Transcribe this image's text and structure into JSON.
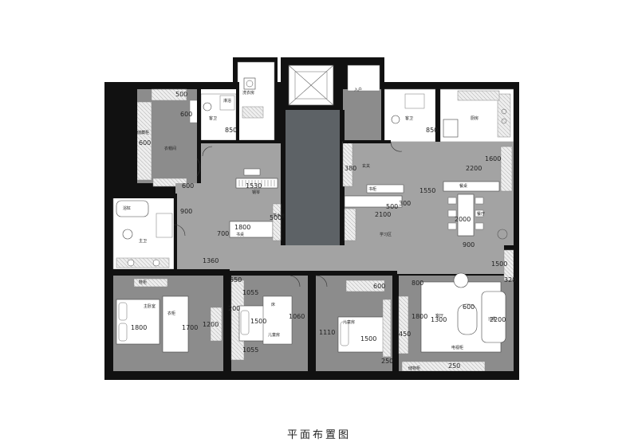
{
  "title": "平面布置图",
  "colors": {
    "wall": "#111111",
    "floor_gray": "#8c8c8c",
    "floor_light": "#a3a3a3",
    "room_white": "#ffffff",
    "corridor_dark": "#5d6266",
    "hatch": "#dcdcdc"
  },
  "rooms": {
    "walkin": "衣帽间",
    "bath1": "主卫",
    "bath2": "客卫",
    "bath3": "客卫",
    "master": "主卧室",
    "kid1": "儿童房",
    "kid2": "儿童房",
    "living": "客厅",
    "kitchen": "厨房",
    "laundry": "洗衣房",
    "study": "学习区",
    "entry": "入户",
    "porch": "玄关",
    "dining": "餐厅"
  },
  "fixtures": {
    "piano": "钢琴",
    "desk": "书桌",
    "tea": "茶水台",
    "sofa": "沙发",
    "tv": "电视柜",
    "table": "餐桌",
    "wardrobe": "衣柜",
    "shoe": "鞋柜",
    "bed": "床",
    "shower": "淋浴",
    "tub": "浴缸",
    "storage": "储藏柜",
    "book": "书柜",
    "locker": "储物柜"
  },
  "dims": {
    "d500a": "500",
    "d600a": "600",
    "d600b": "600",
    "d600c": "600",
    "d850a": "850",
    "d850b": "850",
    "d900a": "900",
    "d1530": "1530",
    "d1800a": "1800",
    "d500b": "500",
    "d700": "700",
    "d1360": "1360",
    "d380": "380",
    "d1550": "1550",
    "d2200a": "2200",
    "d1600": "1600",
    "d2100": "2100",
    "d500c": "500",
    "d300": "300",
    "d2000": "2000",
    "d900b": "900",
    "d1500a": "1500",
    "d320": "320",
    "d550": "550",
    "d200": "200",
    "d1055a": "1055",
    "d1055b": "1055",
    "d1500b": "1500",
    "d1060": "1060",
    "d600d": "600",
    "d800": "800",
    "d1110": "1110",
    "d1500c": "1500",
    "d1800b": "1800",
    "d1700": "1700",
    "d1200": "1200",
    "d1800c": "1800",
    "d450": "450",
    "d1300": "1300",
    "d600e": "600",
    "d2200b": "2200",
    "d250a": "250",
    "d250b": "250"
  }
}
